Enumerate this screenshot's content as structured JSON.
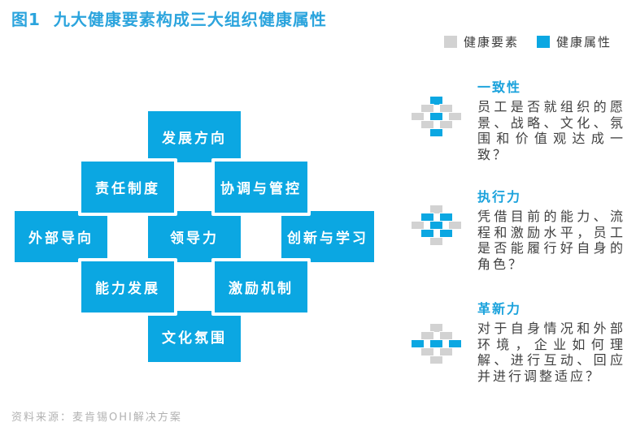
{
  "title": {
    "figure_label": "图1",
    "text": "九大健康要素构成三大组织健康属性"
  },
  "legend": {
    "elements_label": "健康要素",
    "attributes_label": "健康属性"
  },
  "colors": {
    "attribute_blue": "#0ba7e2",
    "element_gray": "#d2d2d2",
    "title_blue": "#2ba4dd"
  },
  "diagram": {
    "elements": [
      {
        "id": "development-direction",
        "label": "发展方向",
        "col": 2,
        "row": 0
      },
      {
        "id": "accountability",
        "label": "责任制度",
        "col": 1,
        "row": 1
      },
      {
        "id": "coordination-control",
        "label": "协调与管控",
        "col": 3,
        "row": 1
      },
      {
        "id": "external-orientation",
        "label": "外部导向",
        "col": 0,
        "row": 2
      },
      {
        "id": "leadership",
        "label": "领导力",
        "col": 2,
        "row": 2
      },
      {
        "id": "innovation-learning",
        "label": "创新与学习",
        "col": 4,
        "row": 2
      },
      {
        "id": "capability-development",
        "label": "能力发展",
        "col": 1,
        "row": 3
      },
      {
        "id": "motivation",
        "label": "激励机制",
        "col": 3,
        "row": 3
      },
      {
        "id": "culture-climate",
        "label": "文化氛围",
        "col": 2,
        "row": 4
      }
    ]
  },
  "attributes": [
    {
      "name": "一致性",
      "description": "员工是否就组织的愿景、战略、文化、氛围和价值观达成一致？",
      "highlighted": [
        "development-direction",
        "leadership",
        "culture-climate"
      ]
    },
    {
      "name": "执行力",
      "description": "凭借目前的能力、流程和激励水平，员工是否能履行好自身的角色？",
      "highlighted": [
        "accountability",
        "coordination-control",
        "leadership",
        "capability-development",
        "motivation"
      ]
    },
    {
      "name": "革新力",
      "description": "对于自身情况和外部环境，企业如何理解、进行互动、回应并进行调整适应？",
      "highlighted": [
        "external-orientation",
        "leadership",
        "innovation-learning"
      ]
    }
  ],
  "source": "资料来源：麦肯锡OHI解决方案"
}
